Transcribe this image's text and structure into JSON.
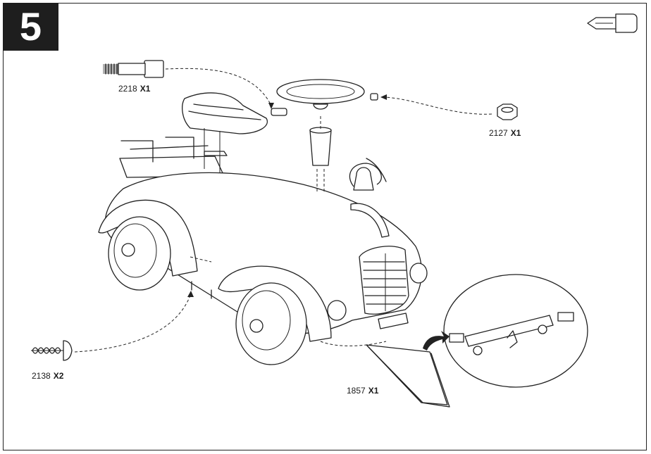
{
  "step": {
    "number": "5"
  },
  "tool": {
    "icon": "phillips-screwdriver-icon"
  },
  "parts": [
    {
      "code": "2218",
      "qty": "X1",
      "icon": "axle-bolt-icon"
    },
    {
      "code": "2127",
      "qty": "X1",
      "icon": "lock-nut-icon"
    },
    {
      "code": "2138",
      "qty": "X2",
      "icon": "screw-icon"
    },
    {
      "code": "1857",
      "qty": "X1",
      "icon": "handle-bar-icon"
    }
  ],
  "figure": {
    "subject": "ride-on-car-icon",
    "detail": "handle-bracket-detail-icon"
  }
}
